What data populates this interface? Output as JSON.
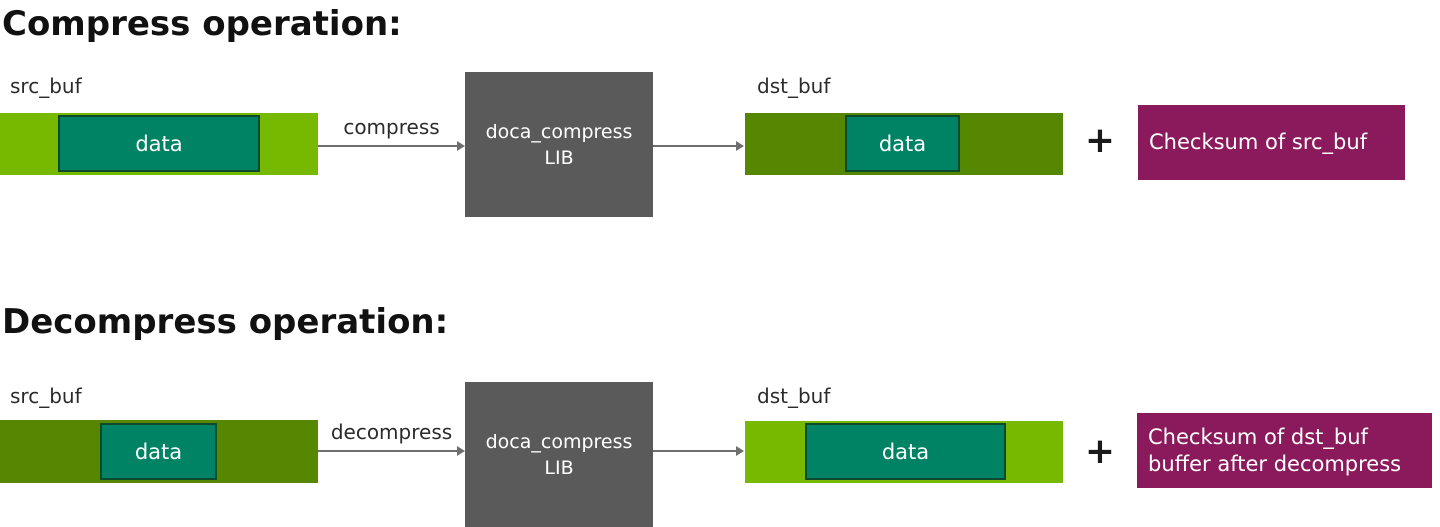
{
  "colors": {
    "nvidia_green_light": "#76b900",
    "green_dark": "#568700",
    "teal_data": "#008264",
    "teal_border": "#0c4a2e",
    "lib_gray": "#5a5a5a",
    "checksum_magenta": "#8a1a5c",
    "arrow_gray": "#6e6e6e",
    "text_dark": "#2b2b2b"
  },
  "sections": [
    {
      "title": "Compress operation:",
      "src": {
        "label": "src_buf",
        "data_label": "data"
      },
      "operation_label": "compress",
      "lib": {
        "line1": "doca_compress",
        "line2": "LIB"
      },
      "dst": {
        "label": "dst_buf",
        "data_label": "data"
      },
      "plus": "+",
      "checksum_lines": [
        "Checksum of src_buf"
      ]
    },
    {
      "title": "Decompress operation:",
      "src": {
        "label": "src_buf",
        "data_label": "data"
      },
      "operation_label": "decompress",
      "lib": {
        "line1": "doca_compress",
        "line2": "LIB"
      },
      "dst": {
        "label": "dst_buf",
        "data_label": "data"
      },
      "plus": "+",
      "checksum_lines": [
        "Checksum of dst_buf",
        "buffer after decompress"
      ]
    }
  ]
}
